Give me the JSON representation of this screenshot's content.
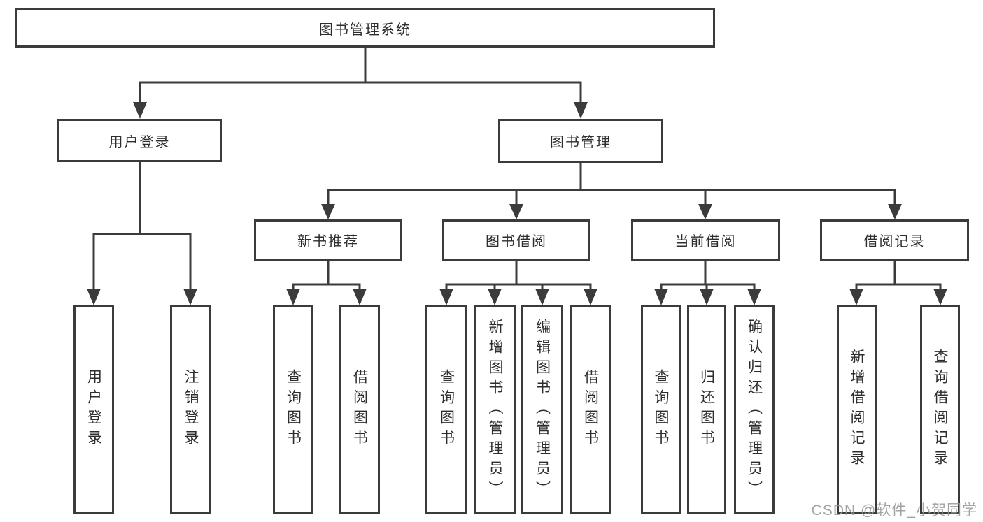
{
  "colors": {
    "line": "#3b3b3b",
    "box_border": "#3b3b3b",
    "text": "#2d2d2d",
    "watermark": "#969696",
    "background": "#ffffff"
  },
  "watermark": {
    "text": "CSDN @软件_小贺同学"
  },
  "tree": {
    "label": "图书管理系统",
    "children": [
      {
        "label": "用户登录",
        "children": [
          {
            "label": "用户登录"
          },
          {
            "label": "注销登录"
          }
        ]
      },
      {
        "label": "图书管理",
        "children": [
          {
            "label": "新书推荐",
            "children": [
              {
                "label": "查询图书"
              },
              {
                "label": "借阅图书"
              }
            ]
          },
          {
            "label": "图书借阅",
            "children": [
              {
                "label": "查询图书"
              },
              {
                "label": "新增图书（管理员）"
              },
              {
                "label": "编辑图书（管理员）"
              },
              {
                "label": "借阅图书"
              }
            ]
          },
          {
            "label": "当前借阅",
            "children": [
              {
                "label": "查询图书"
              },
              {
                "label": "归还图书"
              },
              {
                "label": "确认归还（管理员）"
              }
            ]
          },
          {
            "label": "借阅记录",
            "children": [
              {
                "label": "新增借阅记录"
              },
              {
                "label": "查询借阅记录"
              }
            ]
          }
        ]
      }
    ]
  }
}
